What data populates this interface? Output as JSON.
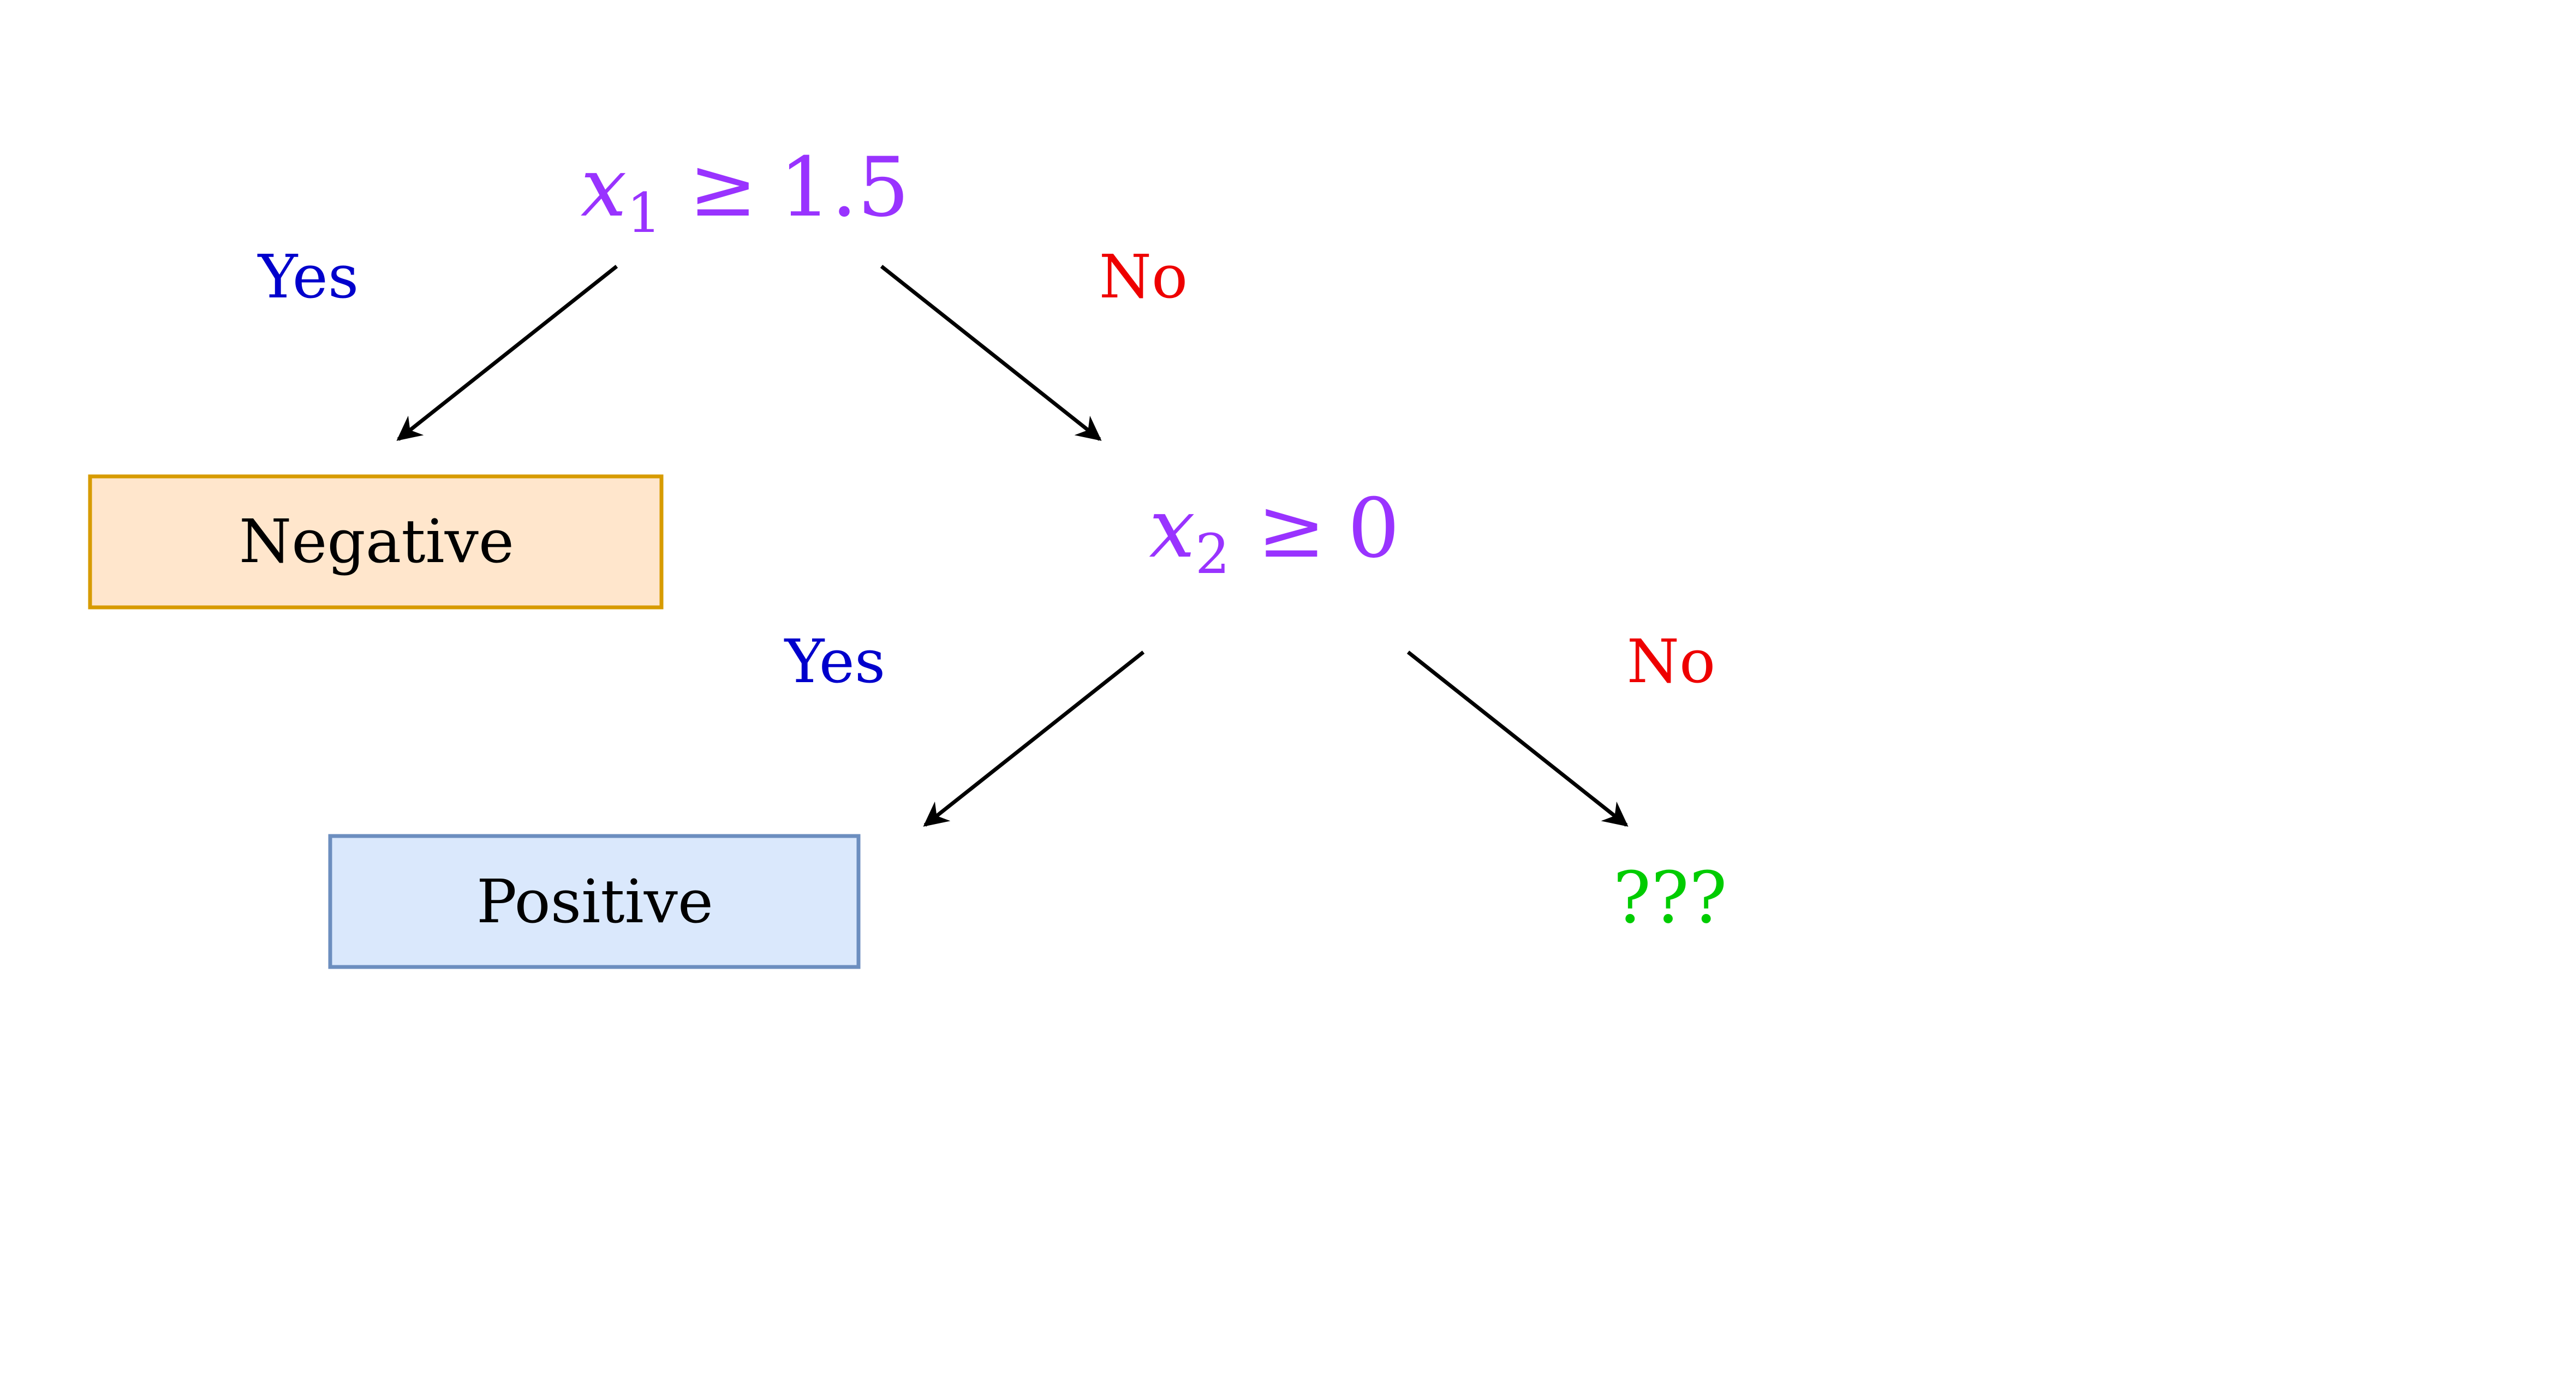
{
  "colors": {
    "condition": "#9933ff",
    "yes": "#0000cc",
    "no": "#ee0000",
    "unknown": "#00cc00",
    "text": "#000000",
    "negative_fill": "#ffe6cc",
    "negative_stroke": "#d79b00",
    "positive_fill": "#dae8fc",
    "positive_stroke": "#6c8ebf",
    "arrow": "#000000"
  },
  "nodes": {
    "root": {
      "var": "x",
      "subscript": "1",
      "operator": "≥",
      "value": "1.5"
    },
    "second": {
      "var": "x",
      "subscript": "2",
      "operator": "≥",
      "value": "0"
    },
    "negative": {
      "label": "Negative"
    },
    "positive": {
      "label": "Positive"
    },
    "unknown": {
      "label": "???"
    }
  },
  "edges": {
    "root_yes": "Yes",
    "root_no": "No",
    "second_yes": "Yes",
    "second_no": "No"
  }
}
